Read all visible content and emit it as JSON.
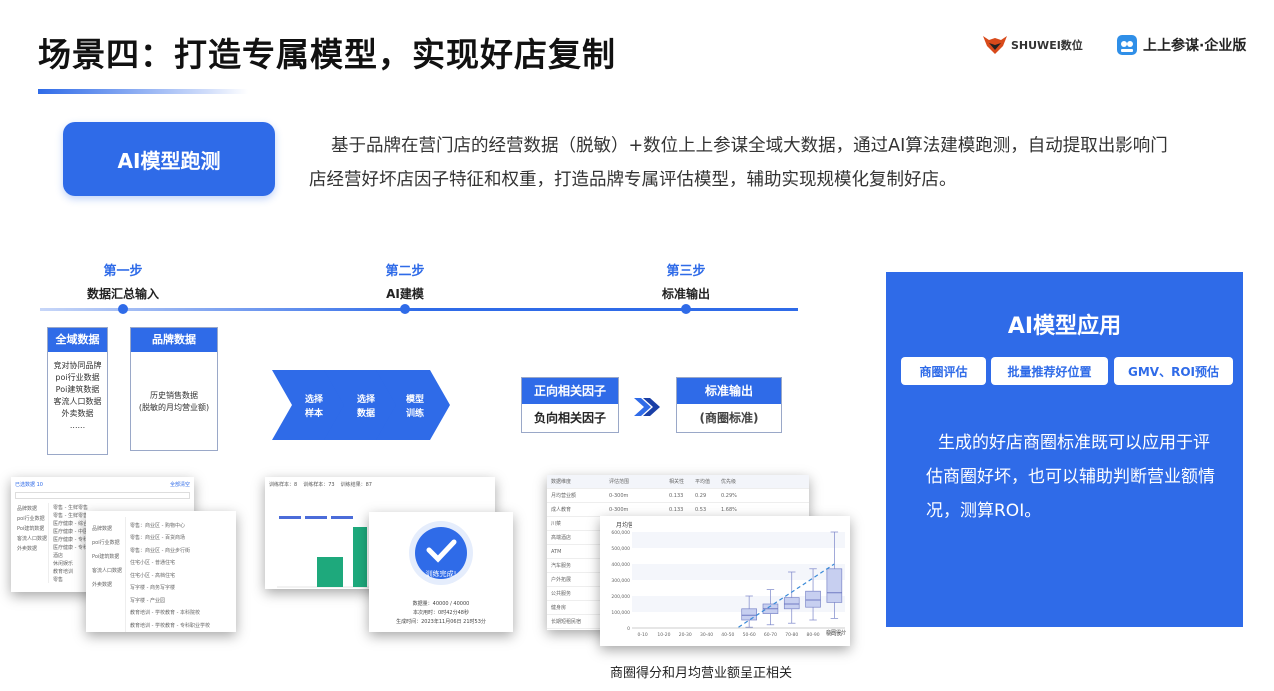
{
  "title": "场景四：打造专属模型，实现好店复制",
  "logos": {
    "shuwei": "SHUWEI数位",
    "shangshang": "上上参谋·企业版"
  },
  "ai_button": "AI模型跑测",
  "intro": "基于品牌在营门店的经营数据（脱敏）+数位上上参谋全域大数据，通过AI算法建模跑测，自动提取出影响门店经营好坏店因子特征和权重，打造品牌专属评估模型，辅助实现规模化复制好店。",
  "steps": [
    {
      "title": "第一步",
      "sub": "数据汇总输入"
    },
    {
      "title": "第二步",
      "sub": "AI建模"
    },
    {
      "title": "第三步",
      "sub": "标准输出"
    }
  ],
  "global_data": {
    "header": "全域数据",
    "items": [
      "竞对协同品牌",
      "poi行业数据",
      "Poi建筑数据",
      "客流人口数据",
      "外卖数据",
      "......"
    ]
  },
  "brand_data": {
    "header": "品牌数据",
    "items": [
      "历史销售数据",
      "(脱敏的月均营业额)"
    ]
  },
  "chevrons": [
    [
      "选择",
      "样本"
    ],
    [
      "选择",
      "数据"
    ],
    [
      "模型",
      "训练"
    ]
  ],
  "factors": {
    "header": "正向相关因子",
    "body": "负向相关因子"
  },
  "standard": {
    "header": "标准输出",
    "body": "(商圈标准)"
  },
  "panel": {
    "title": "AI模型应用",
    "tags": [
      "商圈评估",
      "批量推荐好位置",
      "GMV、ROI预估"
    ],
    "text": "生成的好店商圈标准既可以应用于评估商圈好坏，也可以辅助判断营业额情况，测算ROI。"
  },
  "screens": {
    "s1_list": [
      "零售 - 生鲜零售",
      "零售 - 生鲜零售",
      "医疗健康 - 综合医院",
      "医疗健康 - 中医",
      "医疗健康 - 专科医院",
      "医疗健康 - 专科",
      "酒店",
      "休闲娱乐",
      "教育培训",
      "零售"
    ],
    "s1_side": [
      "品牌数据",
      "poi行业数据",
      "Poi建筑数据",
      "客流人口数据",
      "外卖数据"
    ],
    "s2_list": [
      "零售：商业区 - 购物中心",
      "零售：商业区 - 百货商场",
      "零售：商业区 - 商业步行街",
      "住宅小区 - 普通住宅",
      "住宅小区 - 高档住宅",
      "写字楼 - 商务写字楼",
      "写字楼 - 产业园",
      "教育培训 - 学校教育 - 本科院校",
      "教育培训 - 学校教育 - 专科职业学校"
    ],
    "s2_side": [
      "品牌数据",
      "poi行业数据",
      "Poi建筑数据",
      "客流人口数据",
      "外卖数据"
    ],
    "train_tabs": [
      "训练样本：8",
      "训练样本：73",
      "训练结果：87"
    ],
    "train_done": "训练完成!",
    "train_info": [
      "数据量：40000 / 40000",
      "本次用时：0时42分48秒",
      "生成时间：2023年11月06日 21时53分"
    ],
    "table_head": [
      "数据维度",
      "评估范围",
      "相关性",
      "平均值",
      "优先级"
    ],
    "table_rows": [
      [
        "月均营业额",
        "0-300m",
        "0.133",
        "0.29",
        "0.29%"
      ],
      [
        "成人教育",
        "0-300m",
        "0.133",
        "0.53",
        "1.68%"
      ],
      [
        "川菜",
        "",
        "",
        "",
        ""
      ],
      [
        "高端酒店",
        "",
        "",
        "",
        ""
      ],
      [
        "ATM",
        "",
        "",
        "",
        ""
      ],
      [
        "汽车服务",
        "",
        "",
        "",
        ""
      ],
      [
        "户外拓展",
        "",
        "",
        "",
        ""
      ],
      [
        "公共服务",
        "",
        "",
        "",
        ""
      ],
      [
        "健身房",
        "",
        "",
        "",
        ""
      ],
      [
        "长期短租民宿",
        "",
        "",
        "",
        ""
      ]
    ]
  },
  "chart_data": {
    "type": "box",
    "title": "月均营业额",
    "xlabel": "商圈得分",
    "ylabel": "",
    "categories": [
      "0-10",
      "10-20",
      "20-30",
      "30-40",
      "40-50",
      "50-60",
      "60-70",
      "70-80",
      "80-90",
      "90-100"
    ],
    "yticks": [
      "0",
      "100,000",
      "200,000",
      "300,000",
      "400,000",
      "500,000",
      "600,000"
    ],
    "ylim": [
      0,
      600000
    ],
    "boxes": [
      null,
      null,
      null,
      null,
      null,
      {
        "min": 5000,
        "q1": 50000,
        "median": 80000,
        "q3": 120000,
        "max": 200000
      },
      {
        "min": 20000,
        "q1": 90000,
        "median": 120000,
        "q3": 150000,
        "max": 240000
      },
      {
        "min": 30000,
        "q1": 120000,
        "median": 150000,
        "q3": 190000,
        "max": 350000
      },
      {
        "min": 50000,
        "q1": 130000,
        "median": 175000,
        "q3": 230000,
        "max": 370000
      },
      {
        "min": 60000,
        "q1": 160000,
        "median": 220000,
        "q3": 370000,
        "max": 600000
      }
    ],
    "trend": [
      [
        5,
        5000
      ],
      [
        9,
        400000
      ]
    ]
  },
  "caption": "商圈得分和月均营业额呈正相关"
}
